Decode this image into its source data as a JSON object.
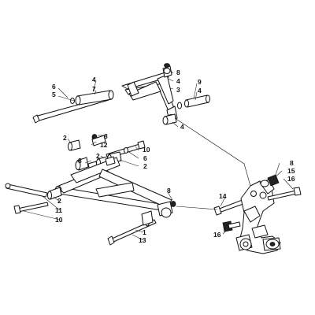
{
  "diagram": {
    "callouts": {
      "c_upper_bolt_6": "6",
      "c_upper_bolt_5": "5",
      "c_upper_bush_4": "4",
      "c_upper_bush_7": "7",
      "c_upper_arm_8": "8",
      "c_upper_arm_4": "4",
      "c_upper_arm_3": "3",
      "c_upper_right_9": "9",
      "c_upper_right_4": "4",
      "c_upper_rear_4": "4",
      "c_lower_2a": "2",
      "c_lower_8a": "8",
      "c_lower_12": "12",
      "c_lower_10a": "10",
      "c_lower_6": "6",
      "c_lower_2b": "2",
      "c_lower_8b": "8",
      "c_lower_2c": "2",
      "c_lower_1": "1",
      "c_lower_8c": "8",
      "c_lower_13": "13",
      "c_lower_2d": "2",
      "c_lower_11": "11",
      "c_lower_10b": "10",
      "c_knuckle_8": "8",
      "c_knuckle_15": "15",
      "c_knuckle_16a": "16",
      "c_knuckle_14": "14",
      "c_knuckle_16b": "16"
    }
  }
}
